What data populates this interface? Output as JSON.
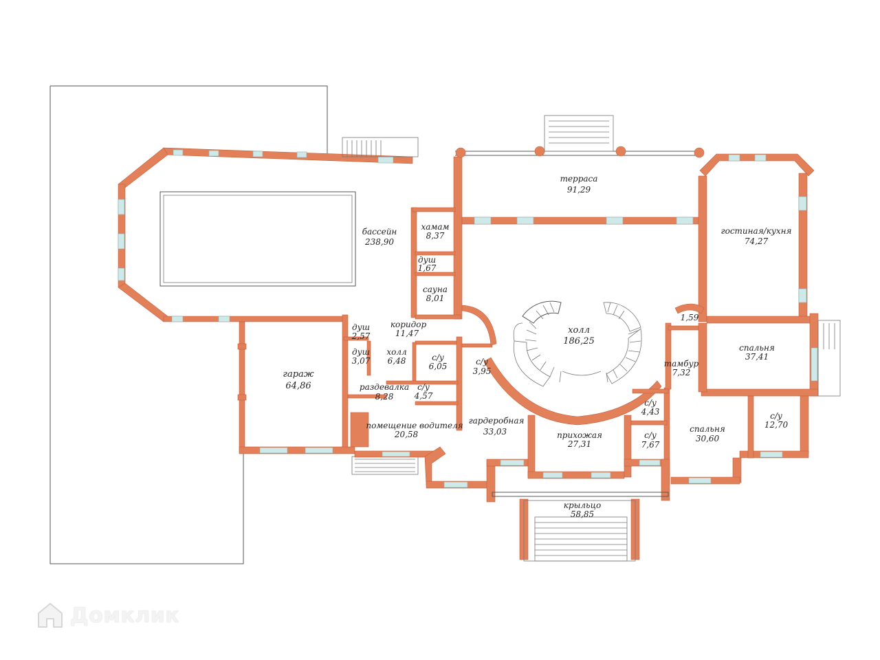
{
  "rooms": [
    {
      "id": "terrace",
      "name": "терраса",
      "area": "91,29"
    },
    {
      "id": "pool",
      "name": "бассейн",
      "area": "238,90"
    },
    {
      "id": "hamam",
      "name": "хамам",
      "area": "8,37"
    },
    {
      "id": "shower1",
      "name": "душ",
      "area": "1,67"
    },
    {
      "id": "sauna",
      "name": "сауна",
      "area": "8,01"
    },
    {
      "id": "living",
      "name": "гостиная/кухня",
      "area": "74,27"
    },
    {
      "id": "corridor",
      "name": "коридор",
      "area": "11,47"
    },
    {
      "id": "hall-main",
      "name": "холл",
      "area": "186,25"
    },
    {
      "id": "small-159",
      "name": "",
      "area": "1,59"
    },
    {
      "id": "shower2",
      "name": "душ",
      "area": "2,57"
    },
    {
      "id": "shower3",
      "name": "душ",
      "area": "3,07"
    },
    {
      "id": "hall-small",
      "name": "холл",
      "area": "6,48"
    },
    {
      "id": "wc-605",
      "name": "с/у",
      "area": "6,05"
    },
    {
      "id": "wc-395",
      "name": "с/у",
      "area": "3,95"
    },
    {
      "id": "garage",
      "name": "гараж",
      "area": "64,86"
    },
    {
      "id": "bedroom1",
      "name": "спальня",
      "area": "37,41"
    },
    {
      "id": "vestibule",
      "name": "тамбур",
      "area": "7,32"
    },
    {
      "id": "changing",
      "name": "раздевалка",
      "area": "8,28"
    },
    {
      "id": "wc-457",
      "name": "с/у",
      "area": "4,57"
    },
    {
      "id": "wc-443",
      "name": "с/у",
      "area": "4,43"
    },
    {
      "id": "driver",
      "name": "помещение водителя",
      "area": "20,58"
    },
    {
      "id": "wardrobe",
      "name": "гардеробная",
      "area": "33,03"
    },
    {
      "id": "entrance",
      "name": "прихожая",
      "area": "27,31"
    },
    {
      "id": "wc-767",
      "name": "с/у",
      "area": "7,67"
    },
    {
      "id": "bedroom2",
      "name": "спальня",
      "area": "30,60"
    },
    {
      "id": "wc-1270",
      "name": "с/у",
      "area": "12,70"
    },
    {
      "id": "porch",
      "name": "крыльцо",
      "area": "58,85"
    }
  ],
  "watermark": {
    "text": "Домклик",
    "icon": "house-logo-icon"
  },
  "colors": {
    "wall": "#e2805a",
    "window": "#cfe8e8",
    "outline": "#555555"
  }
}
